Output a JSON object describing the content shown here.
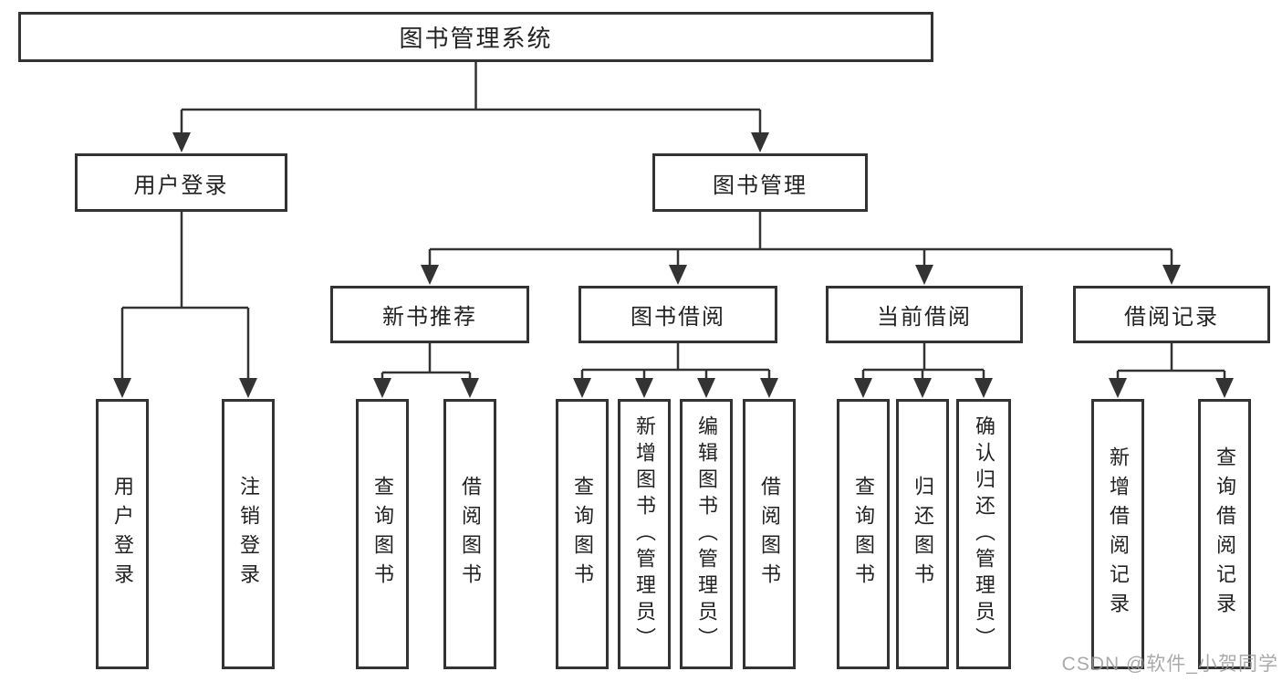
{
  "tree": {
    "root": {
      "label": "图书管理系统"
    },
    "branches": [
      {
        "label": "用户登录",
        "children": [
          {
            "label": "用户登录"
          },
          {
            "label": "注销登录"
          }
        ]
      },
      {
        "label": "图书管理",
        "children": [
          {
            "label": "新书推荐",
            "children": [
              {
                "label": "查询图书"
              },
              {
                "label": "借阅图书"
              }
            ]
          },
          {
            "label": "图书借阅",
            "children": [
              {
                "label": "查询图书"
              },
              {
                "label": "新增图书（管理员）"
              },
              {
                "label": "编辑图书（管理员）"
              },
              {
                "label": "借阅图书"
              }
            ]
          },
          {
            "label": "当前借阅",
            "children": [
              {
                "label": "查询图书"
              },
              {
                "label": "归还图书"
              },
              {
                "label": "确认归还（管理员）"
              }
            ]
          },
          {
            "label": "借阅记录",
            "children": [
              {
                "label": "新增借阅记录"
              },
              {
                "label": "查询借阅记录"
              }
            ]
          }
        ]
      }
    ]
  },
  "watermark": "CSDN @软件_小贺同学",
  "colors": {
    "line": "#333333",
    "border": "#333333",
    "text": "#222222",
    "background": "#ffffff",
    "watermark": "#9c9c9c"
  }
}
